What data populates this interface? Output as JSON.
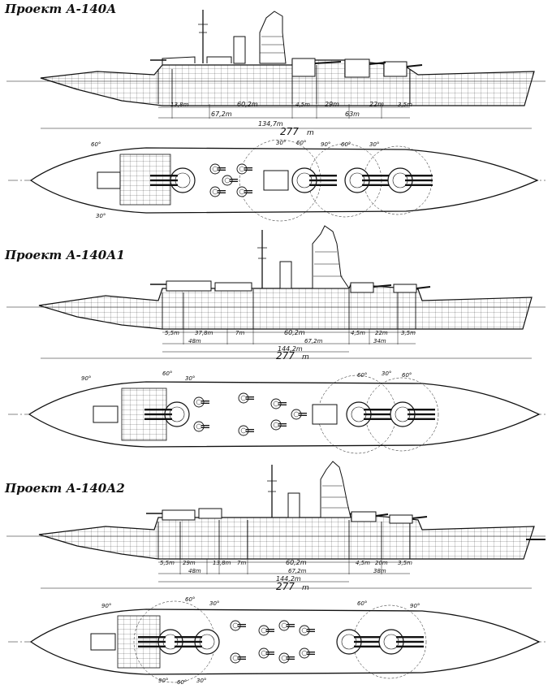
{
  "projects": [
    {
      "title": "Проект А-140А",
      "dims": {
        "d1": "13,8m",
        "d2": "67,2m",
        "d3": "60,2m",
        "d4": "4,5m",
        "d5": "29m",
        "d6": "22m",
        "d7": "3,5m",
        "d8": "63m",
        "d9": "134,7m",
        "total": "277",
        "unit": "m"
      },
      "arcs": [
        "30°",
        "60°",
        "90°",
        "60°",
        "30°",
        "60°",
        "30°"
      ]
    },
    {
      "title": "Проект А-140А1",
      "dims": {
        "d1": "5,5m",
        "d2": "37,8m",
        "d3": "7m",
        "d4": "60,2m",
        "d5": "4,5m",
        "d6": "22m",
        "d7": "3,5m",
        "d8": "48m",
        "d9": "67,2m",
        "d10": "34m",
        "d11": "144,2m",
        "total": "277",
        "unit": "m"
      },
      "arcs": [
        "90°",
        "60°",
        "30°",
        "60°",
        "30°",
        "60°"
      ]
    },
    {
      "title": "Проект А-140А2",
      "dims": {
        "d1": "5,5m",
        "d2": "29m",
        "d3": "13,8m",
        "d4": "7m",
        "d5": "60,2m",
        "d6": "4,5m",
        "d7": "20m",
        "d8": "3,5m",
        "d9": "48m",
        "d10": "67,2m",
        "d11": "38m",
        "d12": "144,2m",
        "total": "277",
        "unit": "m"
      },
      "arcs": [
        "90°",
        "60°",
        "30°",
        "60°",
        "90°",
        "90°",
        "60°",
        "30°"
      ]
    }
  ]
}
